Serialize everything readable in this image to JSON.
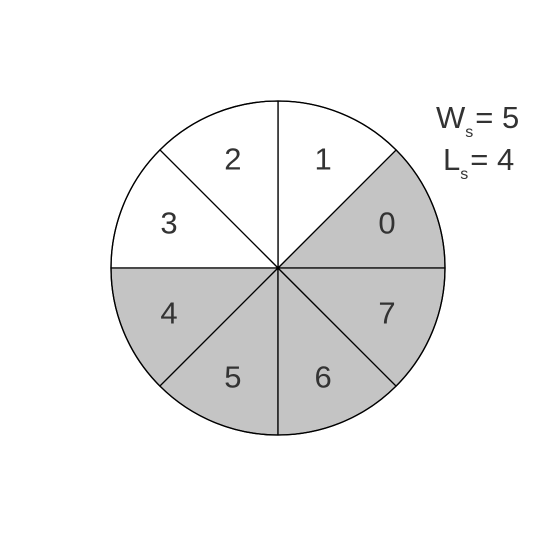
{
  "wheel": {
    "segments": [
      {
        "label": "0",
        "shaded": true
      },
      {
        "label": "1",
        "shaded": false
      },
      {
        "label": "2",
        "shaded": false
      },
      {
        "label": "3",
        "shaded": false
      },
      {
        "label": "4",
        "shaded": true
      },
      {
        "label": "5",
        "shaded": true
      },
      {
        "label": "6",
        "shaded": true
      },
      {
        "label": "7",
        "shaded": true
      }
    ],
    "colors": {
      "shaded": "#c4c4c4",
      "unshaded": "#ffffff",
      "stroke": "#000000",
      "text": "#333333"
    }
  },
  "params": {
    "ws": {
      "symbol": "W",
      "sub": "s",
      "eq": "= 5"
    },
    "ls": {
      "symbol": "L",
      "sub": "s",
      "eq": "= 4"
    }
  }
}
